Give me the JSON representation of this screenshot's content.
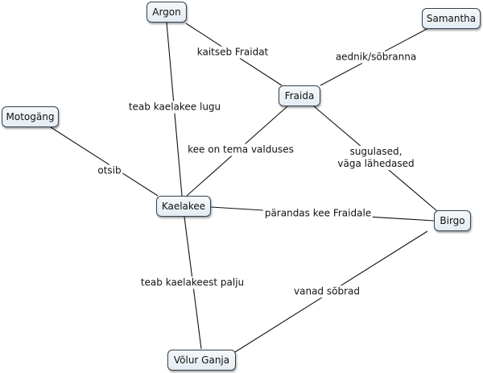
{
  "nodes": {
    "argon": "Argon",
    "samantha": "Samantha",
    "fraida": "Fraida",
    "motogang": "Motogäng",
    "kaelakee": "Kaelakee",
    "birgo": "Birgo",
    "volur_ganja": "Võlur Ganja"
  },
  "edge_labels": {
    "argon_fraida": "kaitseb Fraidat",
    "samantha_fraida": "aednik/sõbranna",
    "argon_kaelakee": "teab kaelakee lugu",
    "fraida_kaelakee": "kee on tema valduses",
    "fraida_birgo_line1": "sugulased,",
    "fraida_birgo_line2": "väga lähedased",
    "motogang_kaelakee": "otsib",
    "kaelakee_birgo": "pärandas kee Fraidale",
    "kaelakee_volur": "teab kaelakeest palju",
    "birgo_volur": "vanad sõbrad"
  }
}
